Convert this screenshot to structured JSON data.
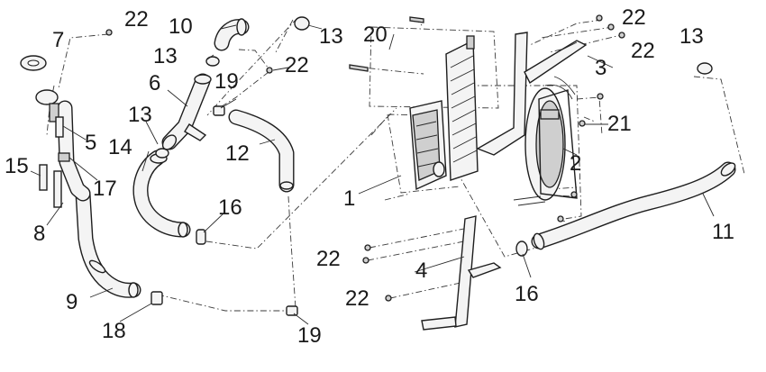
{
  "callouts": [
    {
      "id": "7",
      "text": "7"
    },
    {
      "id": "22a",
      "text": "22"
    },
    {
      "id": "10",
      "text": "10"
    },
    {
      "id": "13a",
      "text": "13"
    },
    {
      "id": "20",
      "text": "20"
    },
    {
      "id": "22b",
      "text": "22"
    },
    {
      "id": "22c",
      "text": "22"
    },
    {
      "id": "13b",
      "text": "13"
    },
    {
      "id": "13c",
      "text": "13"
    },
    {
      "id": "19a",
      "text": "19"
    },
    {
      "id": "22d",
      "text": "22"
    },
    {
      "id": "6",
      "text": "6"
    },
    {
      "id": "3",
      "text": "3"
    },
    {
      "id": "21",
      "text": "21"
    },
    {
      "id": "13d",
      "text": "13"
    },
    {
      "id": "5",
      "text": "5"
    },
    {
      "id": "14",
      "text": "14"
    },
    {
      "id": "12",
      "text": "12"
    },
    {
      "id": "2",
      "text": "2"
    },
    {
      "id": "15",
      "text": "15"
    },
    {
      "id": "17",
      "text": "17"
    },
    {
      "id": "1",
      "text": "1"
    },
    {
      "id": "16a",
      "text": "16"
    },
    {
      "id": "8",
      "text": "8"
    },
    {
      "id": "11",
      "text": "11"
    },
    {
      "id": "22e",
      "text": "22"
    },
    {
      "id": "4",
      "text": "4"
    },
    {
      "id": "22f",
      "text": "22"
    },
    {
      "id": "16b",
      "text": "16"
    },
    {
      "id": "9",
      "text": "9"
    },
    {
      "id": "18",
      "text": "18"
    },
    {
      "id": "19b",
      "text": "19"
    }
  ]
}
